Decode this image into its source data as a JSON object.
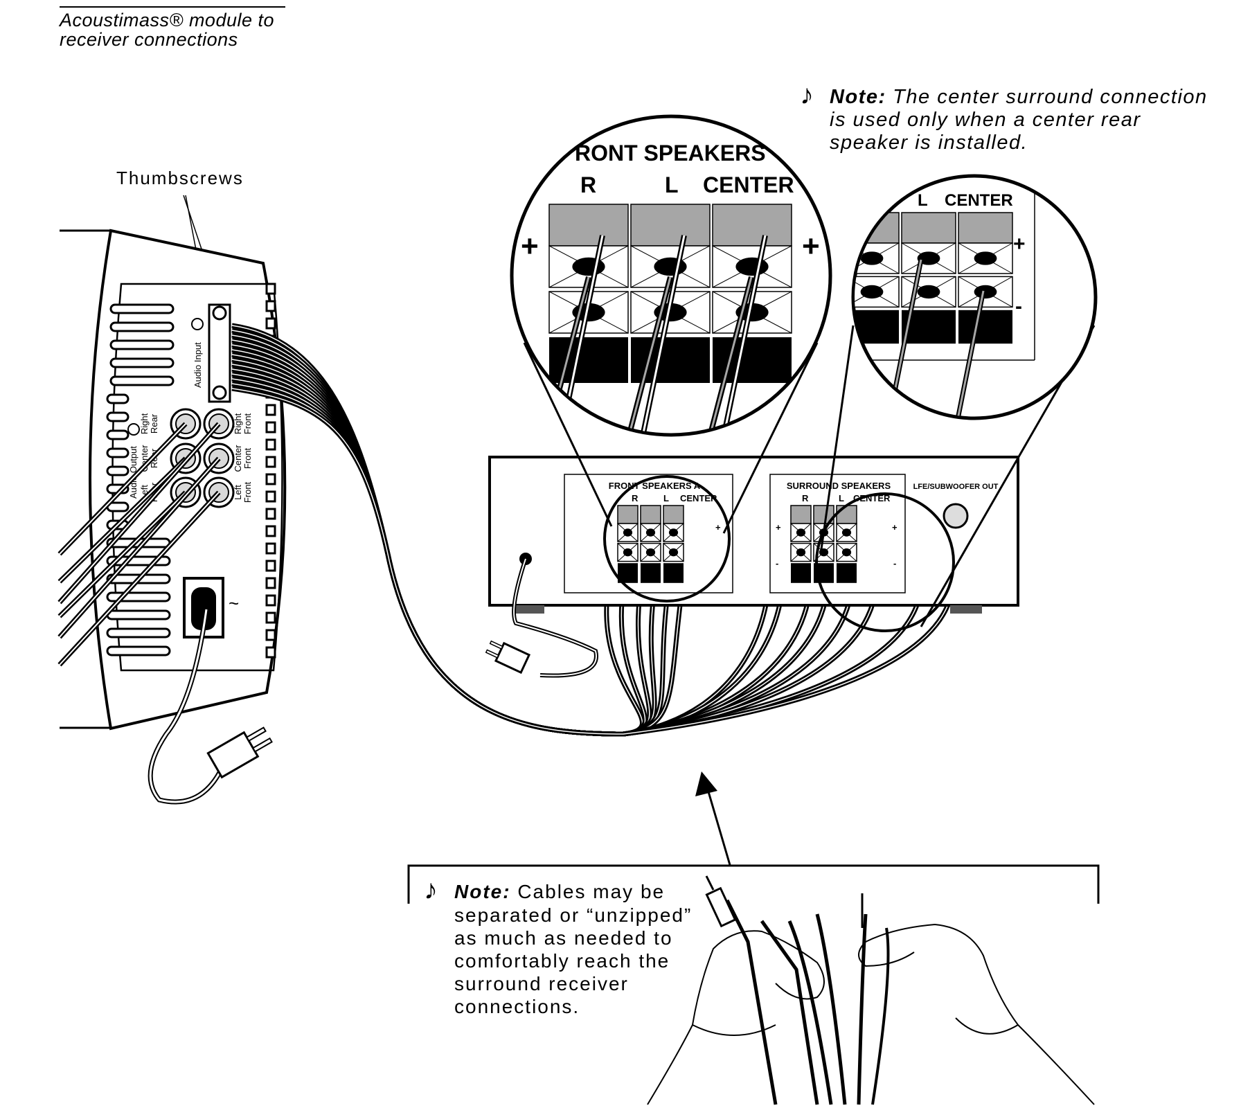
{
  "caption": {
    "line1": "Acoustimass® module to",
    "line2": "receiver connections"
  },
  "callout_thumbscrews": "Thumbscrews",
  "module": {
    "audio_input": "Audio Input",
    "audio_output": "Audio Output",
    "jacks_left": [
      "Right Rear",
      "Center Rear",
      "Left Rear"
    ],
    "jacks_right": [
      "Right Front",
      "Center Front",
      "Left Front"
    ],
    "power_symbol": "~"
  },
  "receiver": {
    "front_panel_title": "FRONT SPEAKERS A",
    "surround_panel_title": "SURROUND SPEAKERS",
    "channels": [
      "R",
      "L",
      "CENTER"
    ],
    "plus": "+",
    "minus": "-",
    "lfe_label": "LFE/SUBWOOFER OUT"
  },
  "zoom_front": {
    "title": "RONT SPEAKERS",
    "channels": [
      "R",
      "L",
      "CENTER"
    ],
    "plus": "+",
    "minus": "-"
  },
  "zoom_surround": {
    "channels": [
      "L",
      "CENTER"
    ],
    "plus": "+",
    "minus": "-"
  },
  "note_top": {
    "label": "Note:",
    "line1": "The center surround connection",
    "line2": "is used only when a center rear",
    "line3": "speaker is installed."
  },
  "note_bottom": {
    "label": "Note:",
    "line1": "Cables may be",
    "line2": "separated or “unzipped”",
    "line3": "as much as needed to",
    "line4": "comfortably reach the",
    "line5": "surround receiver",
    "line6": "connections."
  },
  "colors": {
    "ink": "#000000",
    "terminal_gray": "#a6a6a6",
    "jack_gray": "#d9d9d9"
  }
}
